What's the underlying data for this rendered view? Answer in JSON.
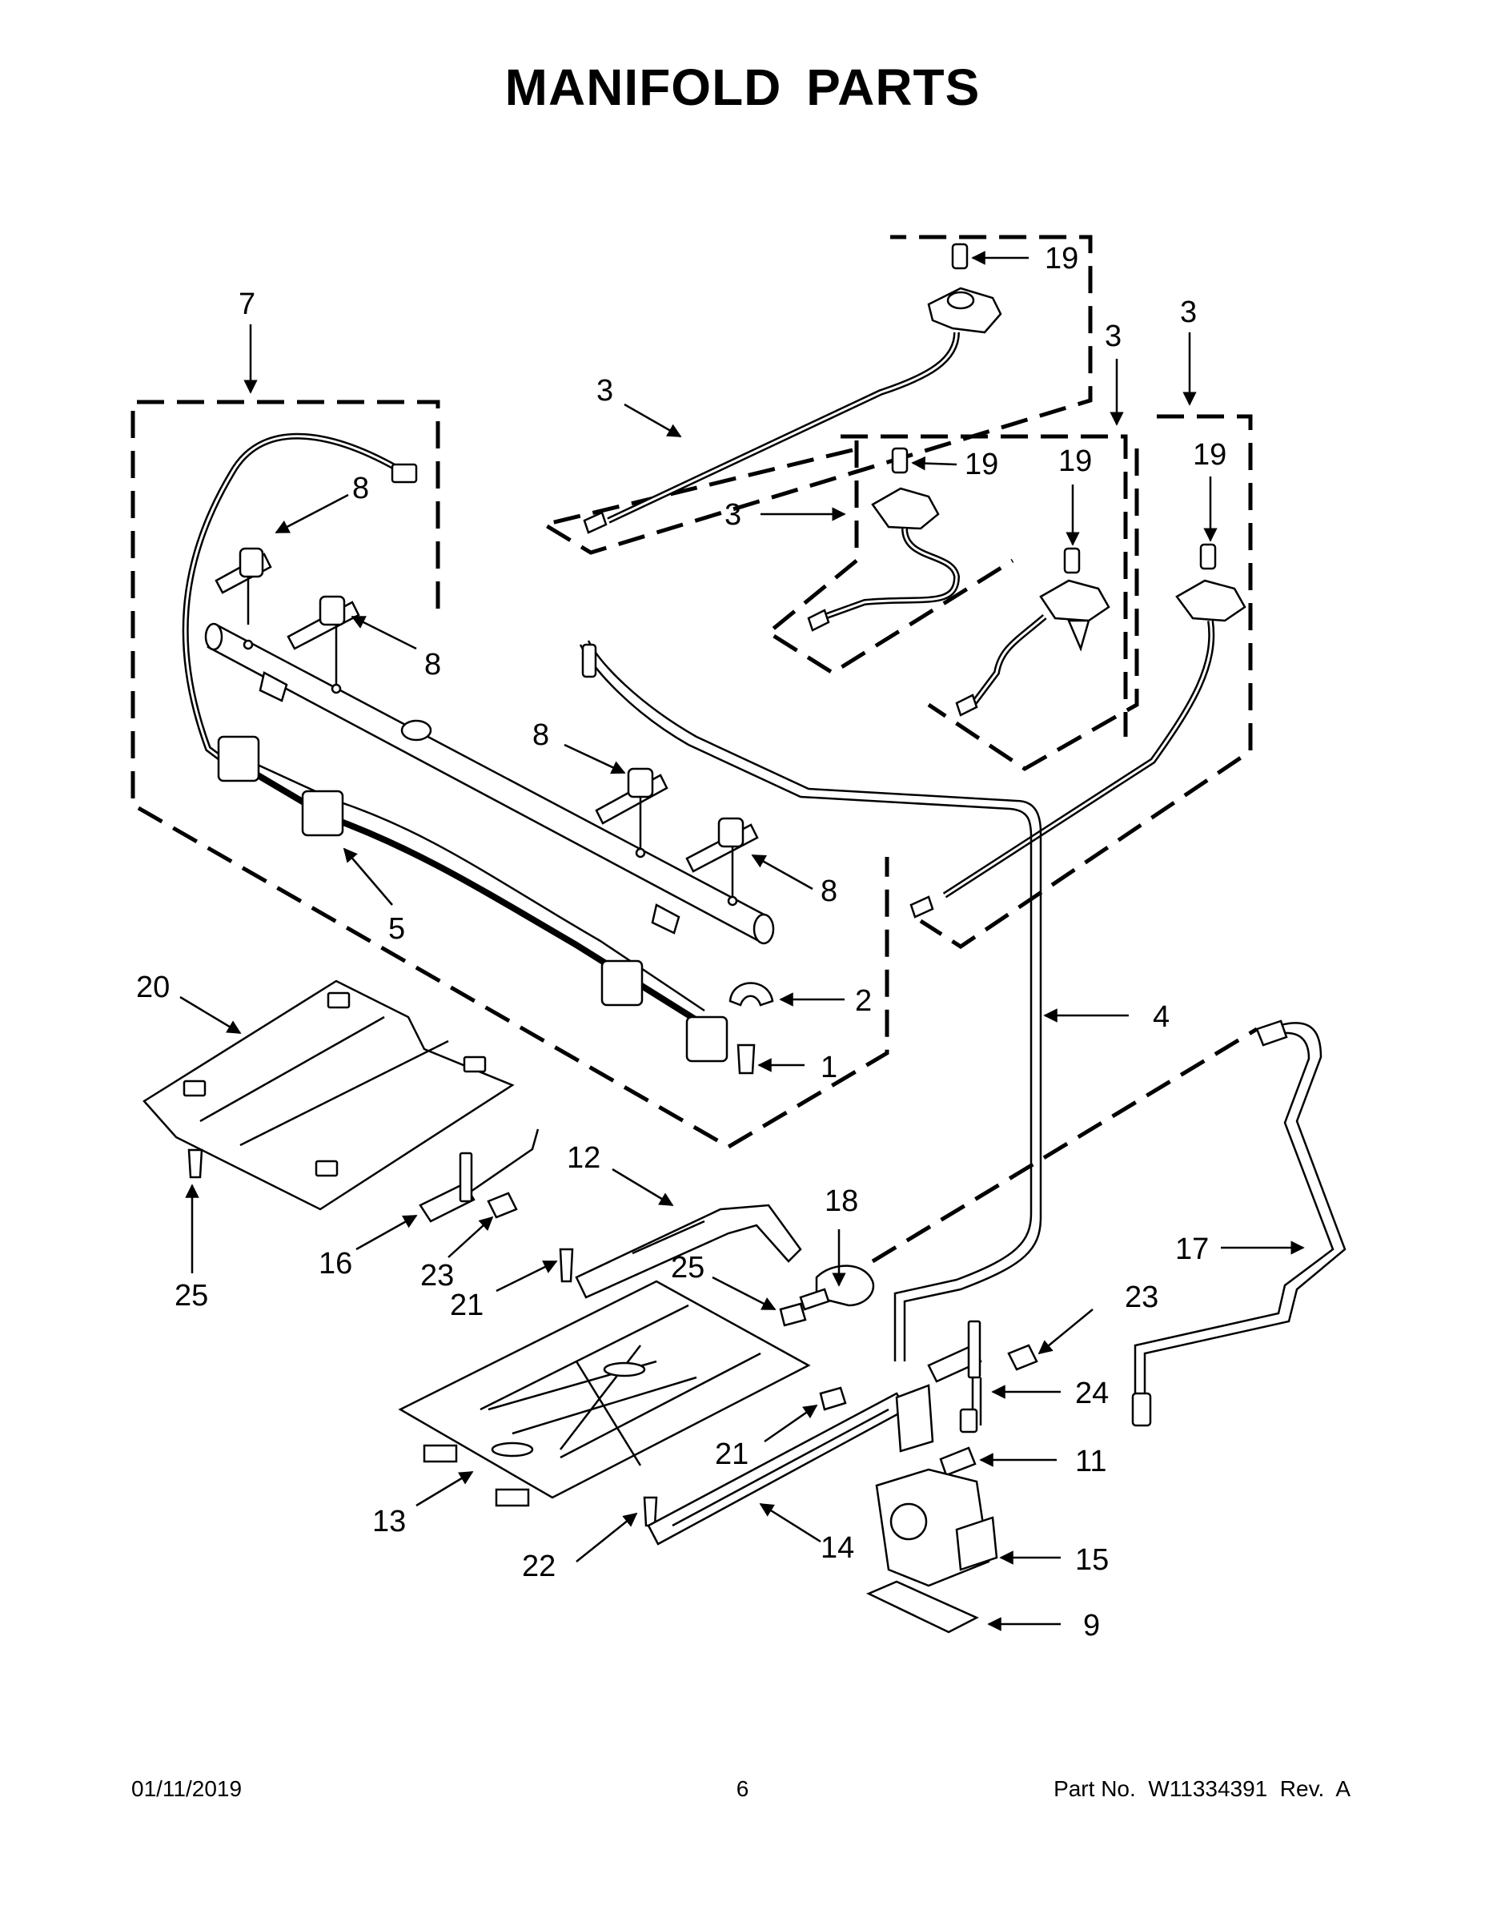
{
  "page": {
    "title": "MANIFOLD PARTS",
    "footer": {
      "date": "01/11/2019",
      "page_number": "6",
      "part_info": "Part No.  W11334391  Rev.  A"
    }
  },
  "callouts": [
    {
      "id": "c7",
      "text": "7"
    },
    {
      "id": "c3a",
      "text": "3"
    },
    {
      "id": "c19a",
      "text": "19"
    },
    {
      "id": "c3b",
      "text": "3"
    },
    {
      "id": "c3c",
      "text": "3"
    },
    {
      "id": "c3d",
      "text": "3"
    },
    {
      "id": "c19b",
      "text": "19"
    },
    {
      "id": "c19c",
      "text": "19"
    },
    {
      "id": "c19d",
      "text": "19"
    },
    {
      "id": "c8a",
      "text": "8"
    },
    {
      "id": "c8b",
      "text": "8"
    },
    {
      "id": "c8c",
      "text": "8"
    },
    {
      "id": "c8d",
      "text": "8"
    },
    {
      "id": "c5",
      "text": "5"
    },
    {
      "id": "c2",
      "text": "2"
    },
    {
      "id": "c1",
      "text": "1"
    },
    {
      "id": "c4",
      "text": "4"
    },
    {
      "id": "c20",
      "text": "20"
    },
    {
      "id": "c25a",
      "text": "25"
    },
    {
      "id": "c16",
      "text": "16"
    },
    {
      "id": "c23a",
      "text": "23"
    },
    {
      "id": "c21a",
      "text": "21"
    },
    {
      "id": "c12",
      "text": "12"
    },
    {
      "id": "c18",
      "text": "18"
    },
    {
      "id": "c25b",
      "text": "25"
    },
    {
      "id": "c17",
      "text": "17"
    },
    {
      "id": "c23b",
      "text": "23"
    },
    {
      "id": "c24",
      "text": "24"
    },
    {
      "id": "c21b",
      "text": "21"
    },
    {
      "id": "c11",
      "text": "11"
    },
    {
      "id": "c13",
      "text": "13"
    },
    {
      "id": "c14",
      "text": "14"
    },
    {
      "id": "c15",
      "text": "15"
    },
    {
      "id": "c22",
      "text": "22"
    },
    {
      "id": "c9",
      "text": "9"
    }
  ]
}
